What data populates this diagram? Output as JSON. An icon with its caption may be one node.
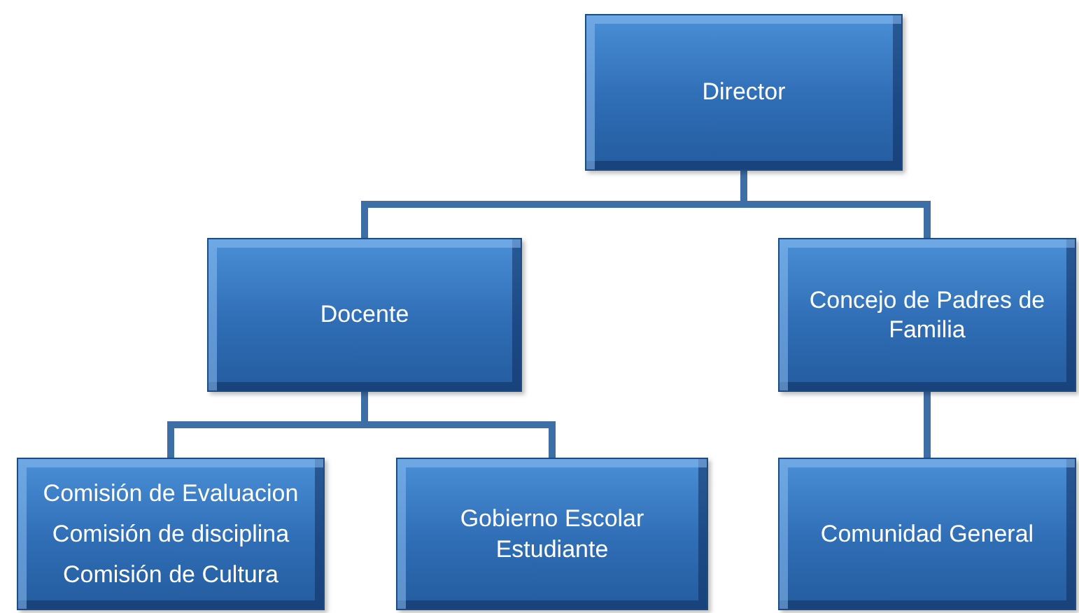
{
  "diagram": {
    "nodes": [
      {
        "text": [
          "Director"
        ]
      },
      {
        "text": [
          "Docente"
        ]
      },
      {
        "text": [
          "Concejo de Padres de Familia"
        ]
      },
      {
        "text": [
          "Comisión de Evaluacion",
          "Comisión de disciplina",
          "Comisión de Cultura"
        ]
      },
      {
        "text": [
          "Gobierno Escolar Estudiante"
        ]
      },
      {
        "text": [
          "Comunidad General"
        ]
      }
    ],
    "edges": [
      {
        "from": 0,
        "to": 1,
        "arrow": "none"
      },
      {
        "from": 0,
        "to": 2,
        "arrow": "none"
      },
      {
        "from": 1,
        "to": 3,
        "arrow": "none"
      },
      {
        "from": 1,
        "to": 4,
        "arrow": "none"
      },
      {
        "from": 2,
        "to": 5,
        "arrow": "none"
      }
    ]
  }
}
